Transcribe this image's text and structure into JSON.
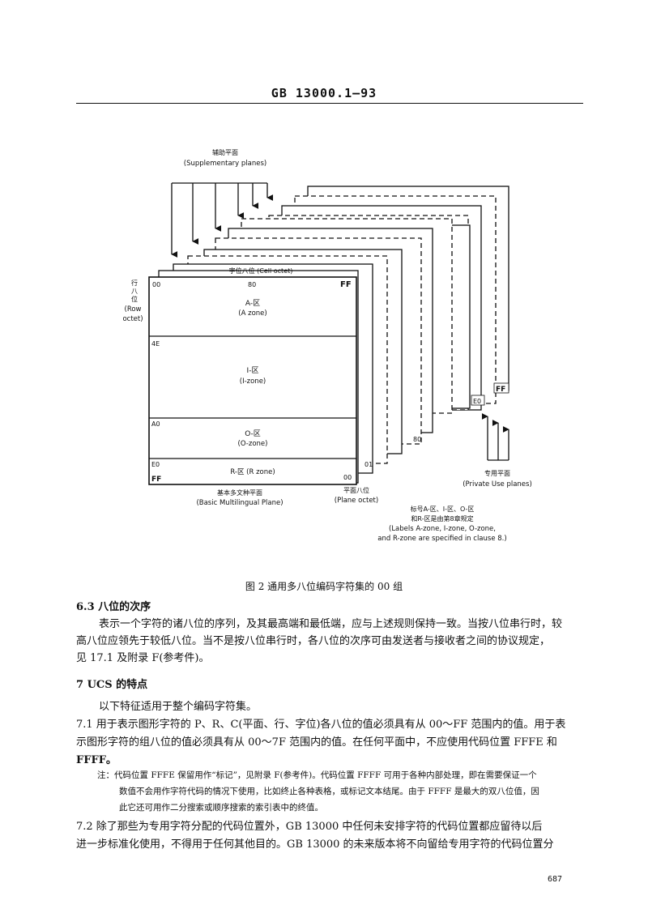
{
  "header": {
    "title": "GB 13000.1—93"
  },
  "figure": {
    "supplementary_cn": "辅助平面",
    "supplementary_en": "(Supplementary planes)",
    "cell_octet": "字位八位 (Cell octet)",
    "row_octet_cn": [
      "行",
      "八",
      "位"
    ],
    "row_octet_en_1": "(Row",
    "row_octet_en_2": "octet)",
    "corner_00": "00",
    "top_80": "80",
    "corner_ff_top": "FF",
    "label_4e": "4E",
    "label_a0": "A0",
    "label_e0": "E0",
    "label_ff_bottom": "FF",
    "zone_a_cn": "A-区",
    "zone_a_en": "(A zone)",
    "zone_i_cn": "I-区",
    "zone_i_en": "(I-zone)",
    "zone_o_cn": "O-区",
    "zone_o_en": "(O-zone)",
    "zone_r": "R-区 (R zone)",
    "bottom_00": "00",
    "plane_01": "01",
    "plane_80": "80",
    "plane_e0": "E0",
    "plane_ff": "FF",
    "bmp_cn": "基本多文种平面",
    "bmp_en": "(Basic Multilingual Plane)",
    "plane_octet_cn": "平面八位",
    "plane_octet_en": "(Plane octet)",
    "private_cn": "专用平面",
    "private_en": "(Private Use planes)",
    "note_cn_1": "标号A-区、I-区、O-区",
    "note_cn_2": "和R-区是由第8章规定",
    "note_en_1": "(Labels A-zone, I-zone, O-zone,",
    "note_en_2": "and R-zone are specified in clause 8.)"
  },
  "caption": "图 2   通用多八位编码字符集的 00 组",
  "sec_6_3": {
    "heading": "6.3   八位的次序",
    "lines": [
      "表示一个字符的诸八位的序列，及其最高端和最低端，应与上述规则保持一致。当按八位串行时，较",
      "高八位应领先于较低八位。当不是按八位串行时，各八位的次序可由发送者与接收者之间的协议规定，",
      "见 17.1 及附录 F(参考件)。"
    ]
  },
  "sec_7": {
    "heading": "7   UCS 的特点",
    "intro": "以下特征适用于整个编码字符集。",
    "p71": [
      "7.1   用于表示图形字符的 P、R、C(平面、行、字位)各八位的值必须具有从 00～FF 范围内的值。用于表",
      "示图形字符的组八位的值必须具有从 00～7F 范围内的值。在任何平面中，不应使用代码位置 FFFE 和",
      "FFFF。"
    ],
    "note": [
      "注：代码位置 FFFE 保留用作“标记”，见附录 F(参考件)。代码位置 FFFF 可用于各种内部处理，即在需要保证一个",
      "数值不会用作字符代码的情况下使用，比如终止各种表格，或标记文本结尾。由于 FFFF 是最大的双八位值，因",
      "此它还可用作二分搜索或顺序搜索的索引表中的终值。"
    ],
    "p72": [
      "7.2   除了那些为专用字符分配的代码位置外，GB 13000 中任何未安排字符的代码位置都应留待以后",
      "进一步标准化使用，不得用于任何其他目的。GB 13000 的未来版本将不向留给专用字符的代码位置分"
    ]
  },
  "page_number": "687"
}
